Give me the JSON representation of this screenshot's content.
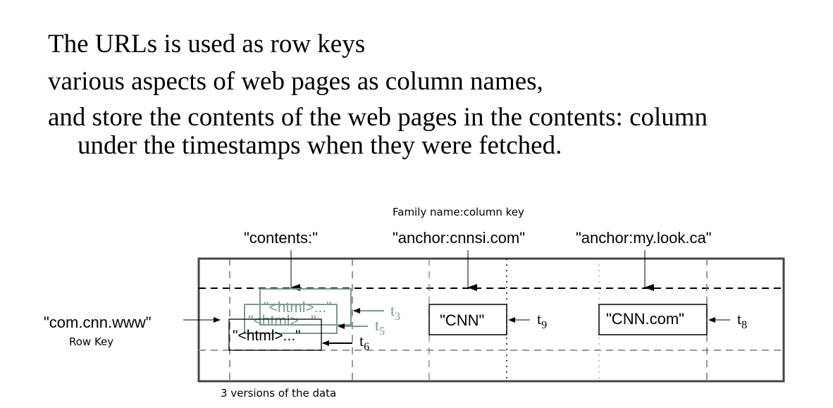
{
  "slide": {
    "lines": [
      "The URLs is used as row keys",
      "various aspects of web pages as column names,",
      "and store the contents of the web pages in the contents: column",
      "under the timestamps when they were fetched."
    ]
  },
  "diagram": {
    "family_caption": "Family name:column key",
    "columns": [
      {
        "label": "\"contents:\""
      },
      {
        "label": "\"anchor:cnnsi.com\""
      },
      {
        "label": "\"anchor:my.look.ca\""
      }
    ],
    "row_key": "\"com.cnn.www\"",
    "row_key_caption": "Row Key",
    "versions_caption": "3 versions of the data",
    "cells": {
      "contents_versions": [
        {
          "value": "\"<html>...\"",
          "timestamp": "t",
          "sub": "3"
        },
        {
          "value": "\"<html>...\"",
          "timestamp": "t",
          "sub": "5"
        },
        {
          "value": "\"<html>...\"",
          "timestamp": "t",
          "sub": "6"
        }
      ],
      "anchor_cnnsi": {
        "value": "\"CNN\"",
        "timestamp": "t",
        "sub": "9"
      },
      "anchor_mylook": {
        "value": "\"CNN.com\"",
        "timestamp": "t",
        "sub": "8"
      }
    },
    "colors": {
      "old_version": "#7a9a94",
      "line": "#000000",
      "gray_dash": "#999999",
      "frame": "#444444"
    }
  }
}
